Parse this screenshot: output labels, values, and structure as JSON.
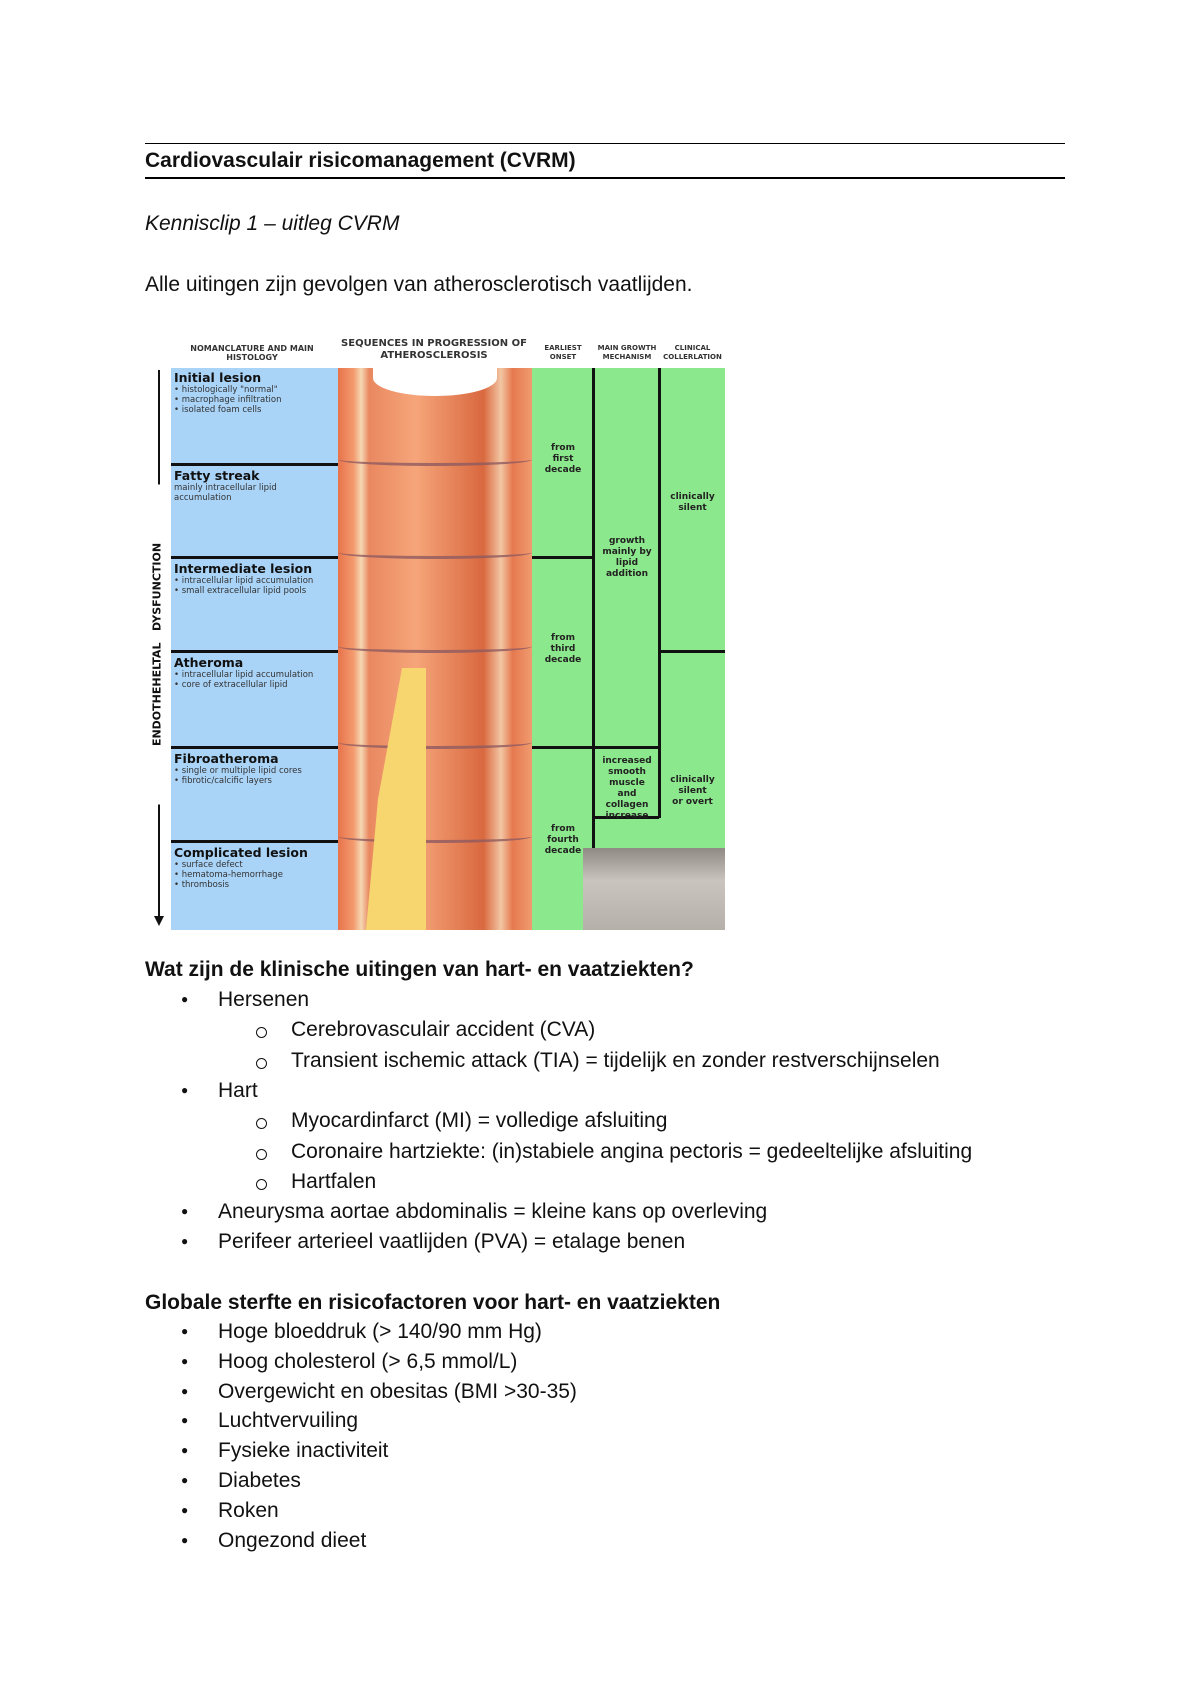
{
  "heading": "Cardiovasculair risicomanagement (CVRM)",
  "subheading": "Kennisclip 1 – uitleg CVRM",
  "intro": "Alle uitingen zijn gevolgen van atherosclerotisch vaatlijden.",
  "figure": {
    "headers": [
      "NOMANCLATURE AND MAIN HISTOLOGY",
      "SEQUENCES IN PROGRESSION OF ATHEROSCLEROSIS",
      "EARLIEST ONSET",
      "MAIN GROWTH MECHANISM",
      "CLINICAL COLLERLATION"
    ],
    "side_label": "ENDOTHEHELTAL   DYSFUNCTION",
    "lesions": [
      {
        "title": "Initial lesion",
        "desc": "• histologically \"normal\"\n• macrophage infiltration\n• isolated foam cells"
      },
      {
        "title": "Fatty streak",
        "desc": "mainly intracellular lipid\naccumulation"
      },
      {
        "title": "Intermediate lesion",
        "desc": "• intracellular lipid accumulation\n• small extracellular lipid pools"
      },
      {
        "title": "Atheroma",
        "desc": "• intracellular lipid accumulation\n• core of extracellular lipid"
      },
      {
        "title": "Fibroatheroma",
        "desc": "• single or multiple lipid cores\n• fibrotic/calcific layers"
      },
      {
        "title": "Complicated lesion",
        "desc": "• surface defect\n• hematoma-hemorrhage\n• thrombosis"
      }
    ],
    "onset": [
      "from\nfirst\ndecade",
      "from\nthird\ndecade",
      "from\nfourth\ndecade"
    ],
    "growth": [
      "growth\nmainly by\nlipid\naddition",
      "increased\nsmooth\nmuscle\nand\ncollagen\nincrease"
    ],
    "clinical": [
      "clinically\nsilent",
      "clinically\nsilent\nor overt"
    ],
    "colors": {
      "blue": "#a9d3f7",
      "green": "#8ce88c"
    }
  },
  "q1": {
    "title": "Wat zijn de klinische uitingen van hart- en vaatziekten?",
    "items": [
      {
        "text": "Hersenen",
        "sub": [
          "Cerebrovasculair accident (CVA)",
          "Transient ischemic attack (TIA) = tijdelijk en zonder restverschijnselen"
        ]
      },
      {
        "text": "Hart",
        "sub": [
          "Myocardinfarct (MI) = volledige afsluiting",
          "Coronaire hartziekte: (in)stabiele angina pectoris = gedeeltelijke afsluiting",
          "Hartfalen"
        ]
      },
      {
        "text": "Aneurysma aortae abdominalis = kleine kans op overleving",
        "sub": []
      },
      {
        "text": "Perifeer arterieel vaatlijden (PVA) = etalage benen",
        "sub": []
      }
    ]
  },
  "q2": {
    "title": "Globale sterfte en risicofactoren voor hart- en vaatziekten",
    "items": [
      "Hoge bloeddruk (> 140/90 mm Hg)",
      "Hoog cholesterol (> 6,5 mmol/L)",
      "Overgewicht en obesitas (BMI >30-35)",
      "Luchtvervuiling",
      "Fysieke inactiviteit",
      "Diabetes",
      "Roken",
      "Ongezond dieet"
    ]
  }
}
